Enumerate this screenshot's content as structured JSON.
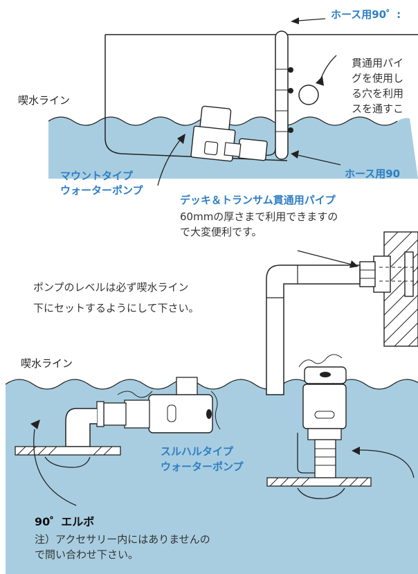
{
  "colors": {
    "water": "#a8cde0",
    "accent_blue": "#2e7ec4",
    "line": "#222222",
    "pipe_fill": "#ffffff"
  },
  "top": {
    "hose_label_top": "ホース用90゜:",
    "hose_label_right": "ホース用90",
    "thru_note": [
      "貫通用パイ",
      "グを使用し",
      "る穴を利用",
      "スを通すこ"
    ],
    "waterline_label": "喫水ライン",
    "mount_pump_label": [
      "マウントタイプ",
      "ウォーターポンプ"
    ],
    "deck_pipe_label": "デッキ＆トランサム貫通用パイプ",
    "deck_pipe_note": [
      "60mmの厚さまで利用できますの",
      "で大変便利です。"
    ]
  },
  "bottom": {
    "pump_level_note": [
      "ポンプのレベルは必ず喫水ライン",
      "下にセットするようにして下さい。"
    ],
    "waterline_label": "喫水ライン",
    "thruhull_pump_label": [
      "スルハルタイプ",
      "ウォーターポンプ"
    ],
    "elbow_label": "90゜エルボ",
    "elbow_note": [
      "注）アクセサリー内にはありませんの",
      "で問い合わせ下さい。"
    ]
  }
}
